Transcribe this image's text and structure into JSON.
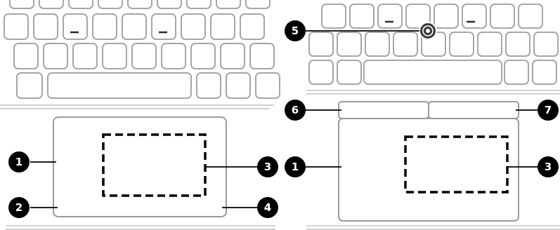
{
  "figure": {
    "colors": {
      "key_stroke": "#a6a6a6",
      "pad_stroke": "#9a9a9a",
      "callout": "#000000",
      "dashed_zone": "#000000",
      "pointing_stick": "#3d3d3d"
    },
    "left_panel": {
      "callouts": [
        {
          "number": "1",
          "target": "touchpad"
        },
        {
          "number": "2",
          "target": "left-touchpad-zone"
        },
        {
          "number": "3",
          "target": "touchpad-zone"
        },
        {
          "number": "4",
          "target": "right-touchpad-zone"
        }
      ]
    },
    "right_panel": {
      "callouts": [
        {
          "number": "5",
          "target": "pointing-stick"
        },
        {
          "number": "6",
          "target": "left-pointing-stick-button"
        },
        {
          "number": "7",
          "target": "right-pointing-stick-button"
        },
        {
          "number": "1",
          "target": "touchpad"
        },
        {
          "number": "3",
          "target": "touchpad-zone"
        }
      ]
    }
  }
}
